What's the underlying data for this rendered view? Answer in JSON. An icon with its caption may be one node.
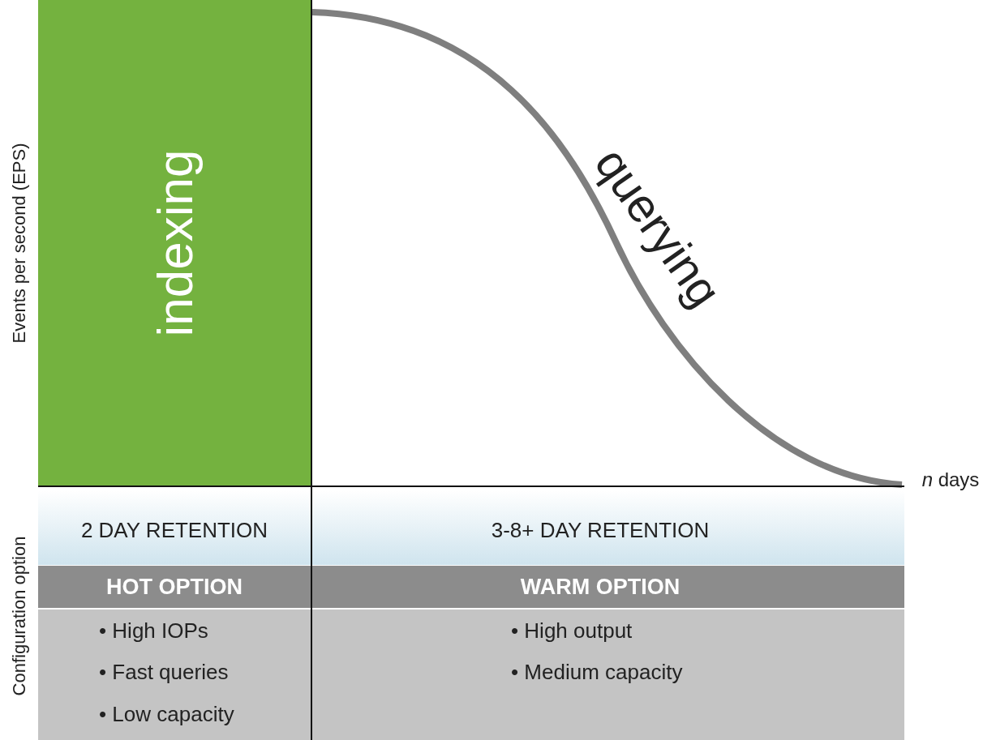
{
  "diagram": {
    "nodes": [
      {
        "text": [
          "indexing"
        ]
      }
    ],
    "labels": [
      "Events per second (EPS)",
      "querying",
      "*n* days",
      "Configuration option",
      "2 DAY RETENTION",
      "3-8+ DAY RETENTION",
      "HOT OPTION",
      "WARM OPTION",
      "• High IOPs",
      "• High output",
      "• Fast queries",
      "• Medium capacity",
      "• Low capacity"
    ]
  }
}
